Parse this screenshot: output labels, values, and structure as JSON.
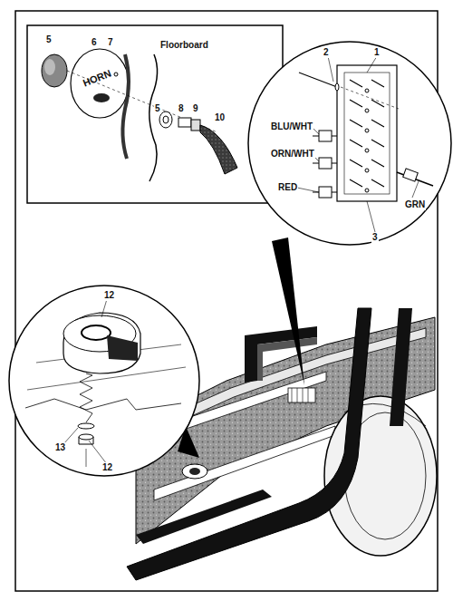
{
  "diagram": {
    "labels": [
      "5",
      "6",
      "7",
      "Floorboard",
      "HORN",
      "5",
      "8",
      "9",
      "10",
      "2",
      "1",
      "BLU/WHT",
      "ORN/WHT",
      "RED",
      "GRN",
      "3",
      "12",
      "13",
      "12"
    ]
  }
}
